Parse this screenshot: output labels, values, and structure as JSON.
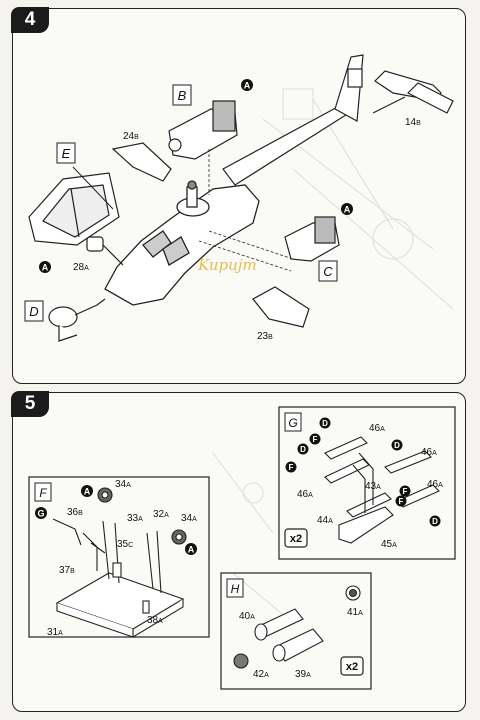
{
  "steps": [
    {
      "number": "4"
    },
    {
      "number": "5"
    }
  ],
  "step4": {
    "callouts": {
      "B": "B",
      "E": "E",
      "C": "C",
      "D": "D"
    },
    "markers": {
      "a1": "A",
      "a2": "A",
      "a3": "A"
    },
    "parts": {
      "p14": {
        "num": "14",
        "sub": "B"
      },
      "p24": {
        "num": "24",
        "sub": "B"
      },
      "p28": {
        "num": "28",
        "sub": "A"
      },
      "p23": {
        "num": "23",
        "sub": "B"
      }
    }
  },
  "step5": {
    "boxF": {
      "title": "F",
      "markers": {
        "a1": "A",
        "a2": "A",
        "g1": "G"
      },
      "parts": {
        "p34a": {
          "num": "34",
          "sub": "A"
        },
        "p36": {
          "num": "36",
          "sub": "B"
        },
        "p33": {
          "num": "33",
          "sub": "A"
        },
        "p32": {
          "num": "32",
          "sub": "A"
        },
        "p34b": {
          "num": "34",
          "sub": "A"
        },
        "p35": {
          "num": "35",
          "sub": "C"
        },
        "p37": {
          "num": "37",
          "sub": "B"
        },
        "p31": {
          "num": "31",
          "sub": "A"
        },
        "p38": {
          "num": "38",
          "sub": "A"
        }
      }
    },
    "boxG": {
      "title": "G",
      "markers": {
        "d1": "D",
        "f1": "F",
        "d2": "D",
        "f2": "F",
        "d3": "D",
        "f3": "F",
        "f4": "F",
        "d4": "D"
      },
      "parts": {
        "p46a": {
          "num": "46",
          "sub": "A"
        },
        "p46b": {
          "num": "46",
          "sub": "A"
        },
        "p46c": {
          "num": "46",
          "sub": "A"
        },
        "p46d": {
          "num": "46",
          "sub": "A"
        },
        "p43": {
          "num": "43",
          "sub": "A"
        },
        "p44": {
          "num": "44",
          "sub": "A"
        },
        "p45": {
          "num": "45",
          "sub": "A"
        }
      },
      "quantity": "x2"
    },
    "boxH": {
      "title": "H",
      "parts": {
        "p40": {
          "num": "40",
          "sub": "A"
        },
        "p41": {
          "num": "41",
          "sub": "A"
        },
        "p42": {
          "num": "42",
          "sub": "A"
        },
        "p39": {
          "num": "39",
          "sub": "A"
        }
      },
      "quantity": "x2"
    }
  },
  "watermark": "Kupujm"
}
